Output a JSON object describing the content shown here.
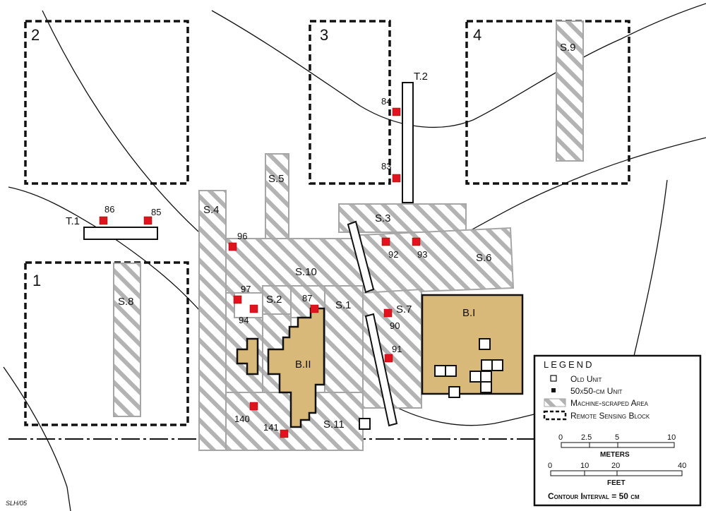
{
  "blocks": [
    {
      "label": "1"
    },
    {
      "label": "2"
    },
    {
      "label": "3"
    },
    {
      "label": "4"
    }
  ],
  "scraped_areas": [
    {
      "label": "S.1"
    },
    {
      "label": "S.2"
    },
    {
      "label": "S.3"
    },
    {
      "label": "S.4"
    },
    {
      "label": "S.5"
    },
    {
      "label": "S.6"
    },
    {
      "label": "S.7"
    },
    {
      "label": "S.8"
    },
    {
      "label": "S.9"
    },
    {
      "label": "S.10"
    },
    {
      "label": "S.11"
    }
  ],
  "trenches": [
    {
      "label": "T.1"
    },
    {
      "label": "T.2"
    }
  ],
  "buildings": [
    {
      "label": "B.I"
    },
    {
      "label": "B.II"
    }
  ],
  "units": [
    "84",
    "83",
    "86",
    "85",
    "96",
    "92",
    "93",
    "97",
    "94",
    "87",
    "90",
    "91",
    "140",
    "141"
  ],
  "legend": {
    "title": "LEGEND",
    "items": [
      "Old Unit",
      "50x50-cm Unit",
      "Machine-scraped Area",
      "Remote Sensing Block"
    ]
  },
  "scale": {
    "meters": {
      "ticks": [
        "0",
        "2.5",
        "5",
        "10"
      ],
      "unit": "METERS"
    },
    "feet": {
      "ticks": [
        "0",
        "10",
        "20",
        "40"
      ],
      "unit": "FEET"
    }
  },
  "contour_interval": "Contour Interval = 50 cm",
  "signature": "SLH/05",
  "colors": {
    "unit_red": "#e0141e",
    "building_tan": "#d9b97a",
    "hatch_gray": "#b3b3b3"
  }
}
